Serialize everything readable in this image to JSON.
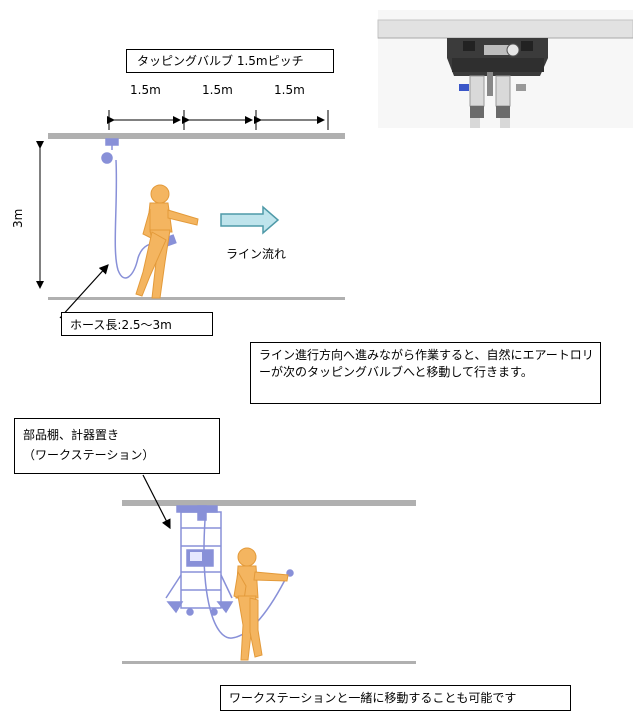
{
  "top": {
    "title": "タッピングバルブ 1.5mピッチ",
    "pitches": [
      "1.5m",
      "1.5m",
      "1.5m"
    ],
    "height_label": "3m",
    "flow_label": "ライン流れ",
    "hose_label": "ホース長:2.5～3m"
  },
  "note1": "ライン進行方向へ進みながら作業すると、自然にエアートロリーが次のタッピングバルブへと移動して行きます。",
  "workstation": {
    "line1": "部品棚、計器置き",
    "line2": "（ワークステーション）"
  },
  "note2": "ワークステーションと一緒に移動することも可能です",
  "colors": {
    "rail": "#b0b0b0",
    "worker": "#f4b560",
    "equipment": "#8890d8",
    "arrow_fill": "#bfe4ec",
    "arrow_stroke": "#4f9aa8"
  }
}
